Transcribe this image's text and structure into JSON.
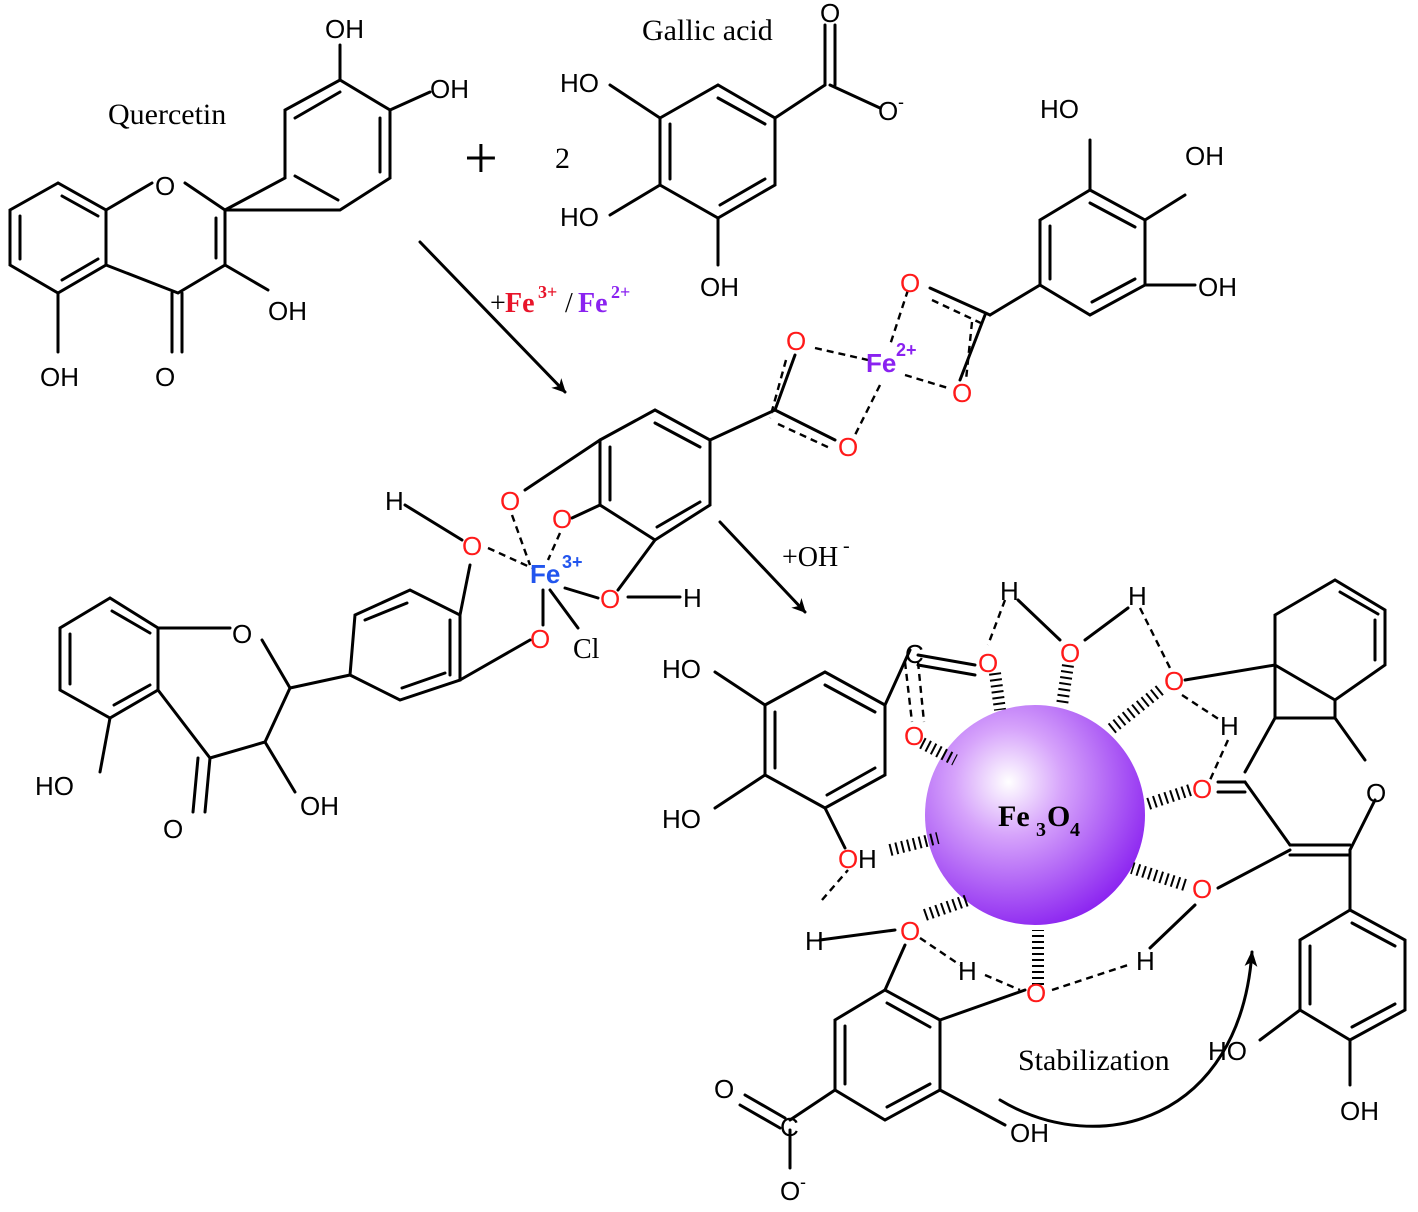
{
  "labels": {
    "quercetin": "Quercetin",
    "gallic_acid": "Gallic acid",
    "plus_sign": "+",
    "coefficient": "2",
    "reagent_prefix": "+",
    "fe3": "Fe",
    "fe3_charge": "3+",
    "slash": "/",
    "fe2": "Fe",
    "fe2_charge": "2+",
    "hydroxide": "+OH",
    "hydroxide_charge": "-",
    "stabilization": "Stabilization",
    "nanoparticle": "Fe",
    "nanoparticle_sub1": "3",
    "nanoparticle_o": "O",
    "nanoparticle_sub2": "4",
    "chloride": "Cl",
    "oh": "OH",
    "ho": "HO",
    "o": "O",
    "h": "H",
    "c": "C",
    "minus": "-"
  },
  "colors": {
    "oxygen": "#ff1a1a",
    "fe3": "#2255ee",
    "fe2": "#8a22f0",
    "reagent_fe3": "#e8142a",
    "reagent_fe2": "#8a22f0",
    "nanoparticle": "#9a3ff0"
  },
  "icons": {
    "reaction_arrow_1": "arrow-icon",
    "reaction_arrow_2": "arrow-icon",
    "stabilization_arrow": "curved-arrow-icon"
  }
}
